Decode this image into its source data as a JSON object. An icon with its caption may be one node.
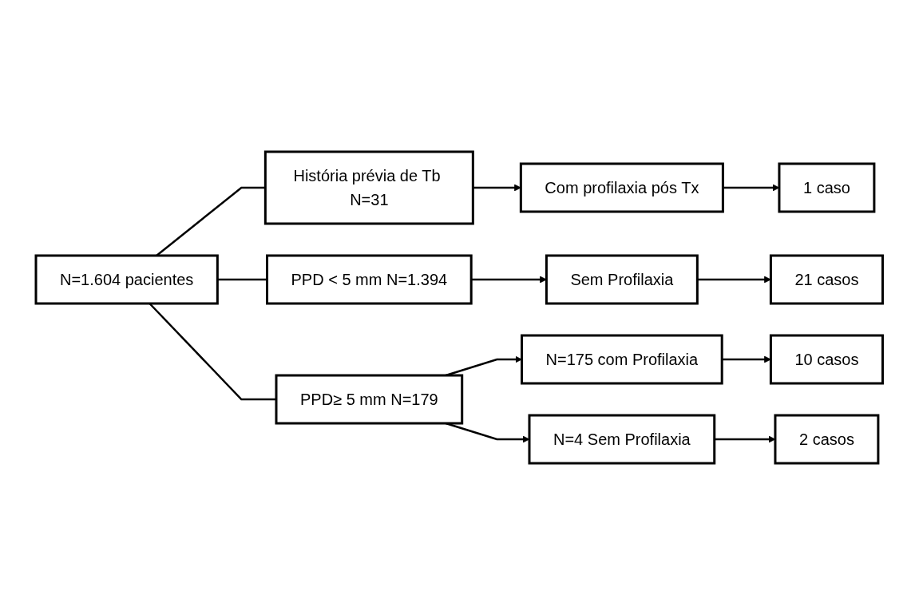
{
  "diagram": {
    "nodes": [
      {
        "text": [
          "N=1.604 pacientes"
        ]
      },
      {
        "text": [
          "História prévia de Tb N=31"
        ]
      },
      {
        "text": [
          "Com profilaxia pós Tx"
        ]
      },
      {
        "text": [
          "1 caso"
        ]
      },
      {
        "text": [
          "PPD < 5 mm N=1.394"
        ]
      },
      {
        "text": [
          "Sem Profilaxia"
        ]
      },
      {
        "text": [
          "21 casos"
        ]
      },
      {
        "text": [
          "N=175 com Profilaxia"
        ]
      },
      {
        "text": [
          "10 casos"
        ]
      },
      {
        "text": [
          "PPD≥ 5 mm N=179"
        ]
      },
      {
        "text": [
          "N=4 Sem Profilaxia"
        ]
      },
      {
        "text": [
          "2 casos"
        ]
      }
    ],
    "edges": [
      {
        "from": 0,
        "to": 1,
        "arrow": "none"
      },
      {
        "from": 0,
        "to": 4,
        "arrow": "none"
      },
      {
        "from": 0,
        "to": 9,
        "arrow": "none"
      },
      {
        "from": 1,
        "to": 2,
        "arrow": "to"
      },
      {
        "from": 2,
        "to": 3,
        "arrow": "to"
      },
      {
        "from": 4,
        "to": 5,
        "arrow": "to"
      },
      {
        "from": 5,
        "to": 6,
        "arrow": "to"
      },
      {
        "from": 9,
        "to": 7,
        "arrow": "to"
      },
      {
        "from": 7,
        "to": 8,
        "arrow": "to"
      },
      {
        "from": 9,
        "to": 10,
        "arrow": "to"
      },
      {
        "from": 10,
        "to": 11,
        "arrow": "to"
      }
    ]
  }
}
